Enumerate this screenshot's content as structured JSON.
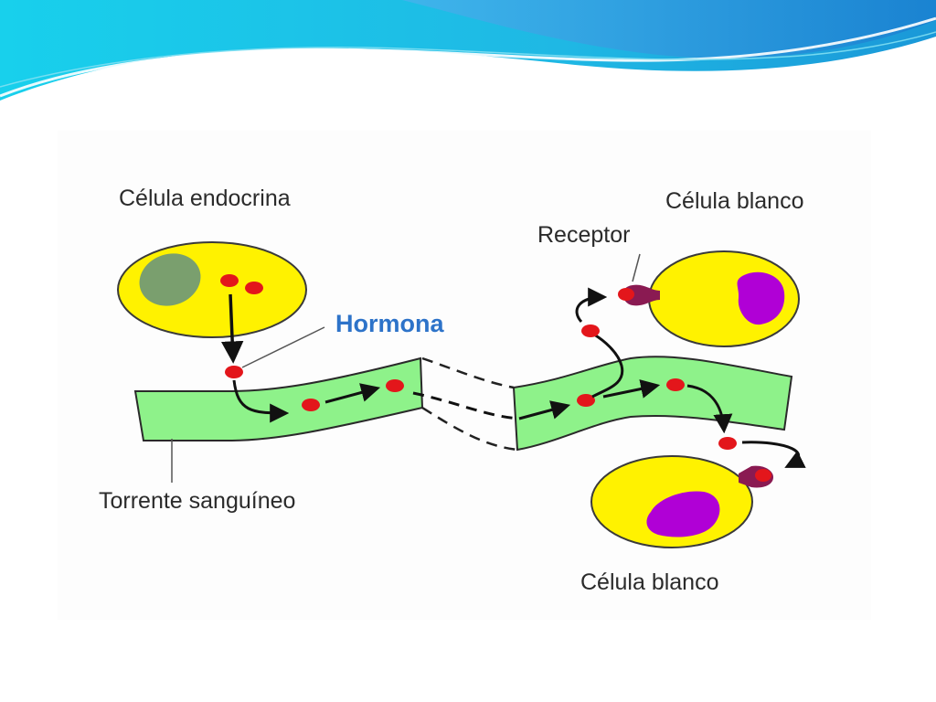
{
  "labels": {
    "endocrine_cell": "Célula endocrina",
    "target_cell_top": "Célula blanco",
    "receptor": "Receptor",
    "hormone": "Hormona",
    "bloodstream": "Torrente sanguíneo",
    "target_cell_bottom": "Célula blanco"
  },
  "colors": {
    "header_cyan": "#1fc6e6",
    "header_blue": "#1a8fd6",
    "cell_fill": "#fff200",
    "cell_stroke": "#3a3a3a",
    "endocrine_nucleus": "#7a9f6e",
    "target_nucleus": "#b000d6",
    "bloodstream": "#8ef28a",
    "hormone": "#e3161b",
    "receptor": "#8a1a52",
    "label_text": "#2b2b2b",
    "hormone_label": "#2d73c9"
  }
}
